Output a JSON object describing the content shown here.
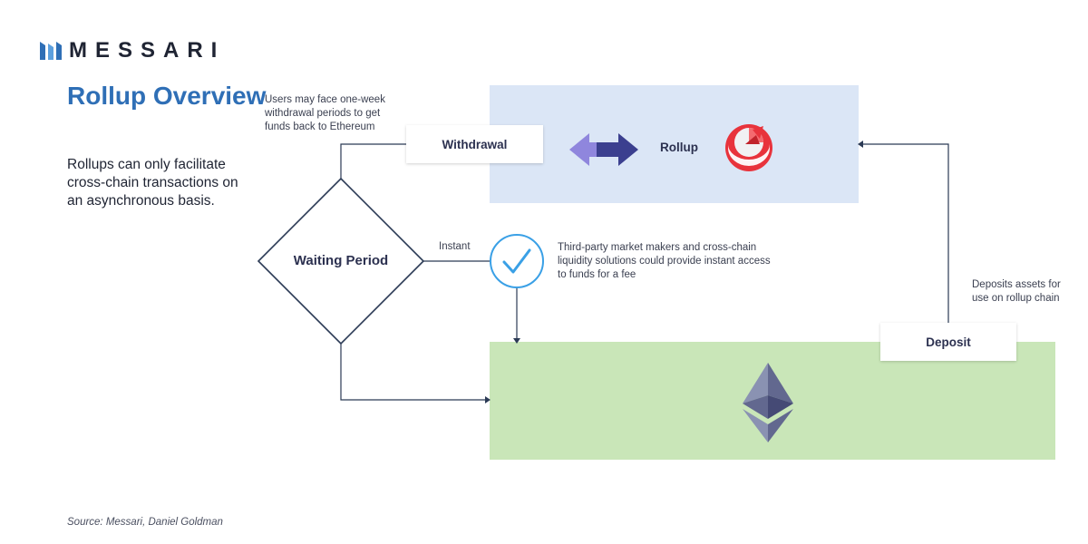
{
  "brand": {
    "name": "MESSARI"
  },
  "title": "Rollup Overview",
  "subtitle": "Rollups can only facilitate cross-chain transactions on an asynchronous basis.",
  "notes": {
    "withdrawal": "Users may face one-week withdrawal periods to get funds back to Ethereum",
    "instant_label": "Instant",
    "third_party": "Third-party market makers and cross-chain liquidity solutions could provide instant access to funds for a fee",
    "deposit": "Deposits assets for use on rollup chain"
  },
  "nodes": {
    "withdrawal": "Withdrawal",
    "rollup": "Rollup",
    "waiting": "Waiting Period",
    "deposit": "Deposit"
  },
  "source": "Source: Messari, Daniel Goldman",
  "colors": {
    "accent": "#2f6fb6",
    "rollup_panel": "#dbe6f6",
    "ethereum_panel": "#c9e6b8",
    "line": "#2b3a55",
    "check": "#3aa0e6"
  },
  "icons": {
    "logo": "messari-logo-icon",
    "arrows": "swap-arrows-icon",
    "rollup": "optimism-rollup-icon",
    "check": "checkmark-circle-icon",
    "ethereum": "ethereum-icon"
  }
}
